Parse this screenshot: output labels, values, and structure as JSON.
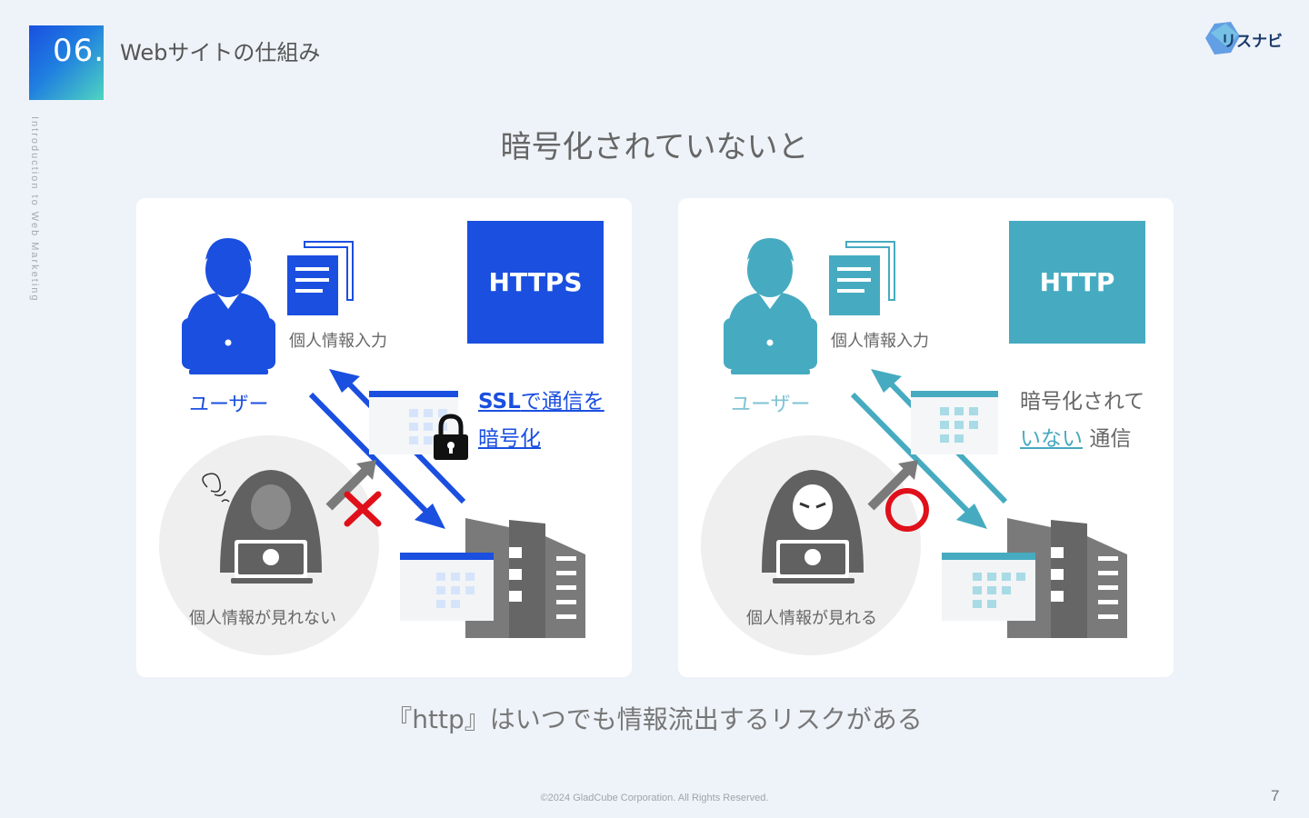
{
  "section": {
    "number": "06.",
    "title": "Webサイトの仕組み"
  },
  "side_text": "Introduction to Web Marketing",
  "logo": {
    "text": "リスナビ"
  },
  "heading": "暗号化されていないと",
  "left_panel": {
    "protocol": "HTTPS",
    "input_caption": "個人情報入力",
    "user_label": "ユーザー",
    "note_line1_bold": "SSL",
    "note_line1_rest": "で通信を",
    "note_line2": "暗号化",
    "hacker_caption": "個人情報が見れない",
    "accent_color": "#1a4fe0"
  },
  "right_panel": {
    "protocol": "HTTP",
    "input_caption": "個人情報入力",
    "user_label": "ユーザー",
    "note_line1": "暗号化されて",
    "note_line2_underlined": "いない",
    "note_line2_rest": "通信",
    "hacker_caption": "個人情報が見れる",
    "accent_color": "#46abc0"
  },
  "conclusion": "『http』はいつでも情報流出するリスクがある",
  "footer": "©2024 GladCube Corporation. All Rights Reserved.",
  "page_number": "7"
}
